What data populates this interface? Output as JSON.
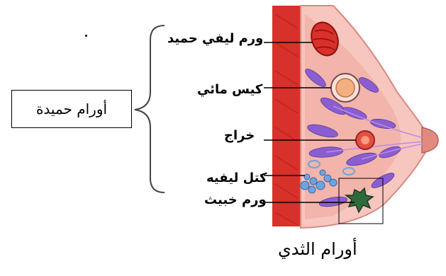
{
  "category_box": {
    "label": "أورام حميدة"
  },
  "labels": {
    "fibroadenoma": "ورم ليفي حميد",
    "cyst": "كيس مائي",
    "abscess": "خراج",
    "fibrocystic_lumps": "كتل ليفيه",
    "malignant_tumor": "ورم خبيث"
  },
  "caption": "أورام الثدي",
  "colors": {
    "skin": "#f4a9a0",
    "muscle": "#d8302a",
    "fibroadenoma": "#d8302a",
    "lobules": "#8a5ed0",
    "fibrocystic": "#6fa3e0",
    "malignant": "#2f6b3a"
  }
}
